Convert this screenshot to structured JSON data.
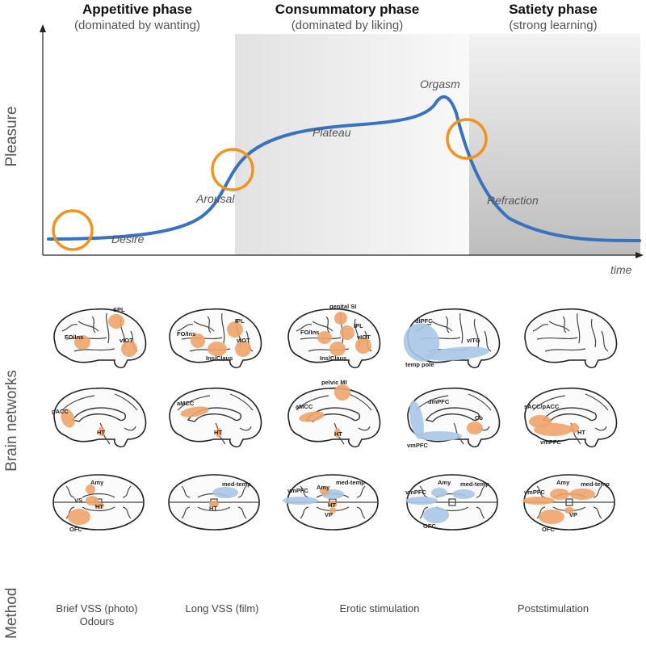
{
  "phases": [
    {
      "title": "Appetitive phase",
      "subtitle": "(dominated by wanting)"
    },
    {
      "title": "Consummatory phase",
      "subtitle": "(dominated by liking)"
    },
    {
      "title": "Satiety phase",
      "subtitle": "(strong learning)"
    }
  ],
  "axes": {
    "y_label": "Pleasure",
    "x_label": "time"
  },
  "curve_labels": {
    "desire": "Desire",
    "arousal": "Arousal",
    "plateau": "Plateau",
    "orgasm": "Orgasm",
    "refraction": "Refraction"
  },
  "row_labels": {
    "brain": "Brain networks",
    "method": "Method"
  },
  "brain_labels": {
    "lateral": [
      [
        "FO/Ins",
        "SPL",
        "vIOT"
      ],
      [
        "FO/Ins",
        "IPL",
        "Ins/Claus",
        "vIOT"
      ],
      [
        "genital SI",
        "IPL",
        "FO/Ins",
        "Ins/Claus",
        "vIOT"
      ],
      [
        "dlPFC",
        "vITG",
        "temp pole"
      ],
      []
    ],
    "medial": [
      [
        "pACC",
        "HT"
      ],
      [
        "aMCC",
        "HT"
      ],
      [
        "pelvic MI",
        "aMCC",
        "HT"
      ],
      [
        "dmPFC",
        "Cb",
        "vmPFC"
      ],
      [
        "sACC/pACC",
        "HT",
        "vmPFC"
      ]
    ],
    "ventral": [
      [
        "Amy",
        "VS",
        "HT",
        "OFC"
      ],
      [
        "med-temp",
        "HT"
      ],
      [
        "vmPFC",
        "med-temp",
        "Amy",
        "HT",
        "VP"
      ],
      [
        "Amy",
        "med-temp",
        "vmPFC",
        "OFC"
      ],
      [
        "Amy",
        "med-temp",
        "vmPFC",
        "VP",
        "OFC"
      ]
    ]
  },
  "methods": [
    "Brief VSS (photo)\nOdours",
    "Long VSS (film)",
    "Erotic stimulation",
    "Poststimulation"
  ],
  "colors": {
    "curve": "#3a72c2",
    "circle": "#f1931e",
    "orange_region": "#f0a46a",
    "blue_region": "#a9c6e6"
  }
}
